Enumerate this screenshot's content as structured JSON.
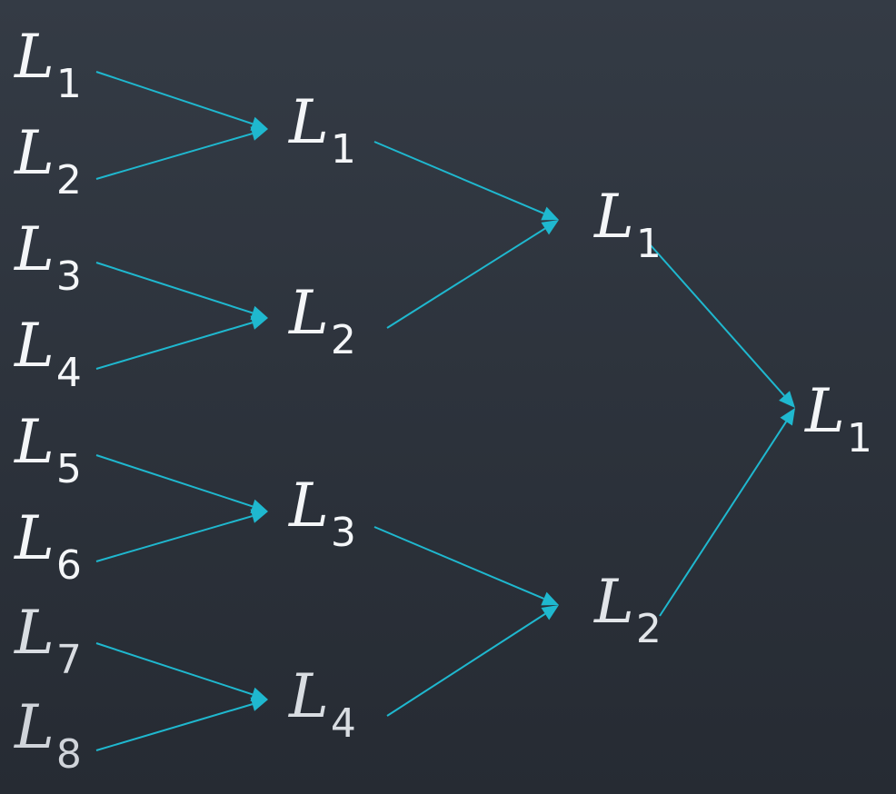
{
  "diagram": {
    "colors": {
      "background": "#2f353e",
      "text": "#f4f6f8",
      "arrow": "#1fb8cf"
    },
    "levels": [
      {
        "level": 0,
        "nodes": [
          {
            "id": "l0n1",
            "symbol": "L",
            "index": "1"
          },
          {
            "id": "l0n2",
            "symbol": "L",
            "index": "2"
          },
          {
            "id": "l0n3",
            "symbol": "L",
            "index": "3"
          },
          {
            "id": "l0n4",
            "symbol": "L",
            "index": "4"
          },
          {
            "id": "l0n5",
            "symbol": "L",
            "index": "5"
          },
          {
            "id": "l0n6",
            "symbol": "L",
            "index": "6"
          },
          {
            "id": "l0n7",
            "symbol": "L",
            "index": "7"
          },
          {
            "id": "l0n8",
            "symbol": "L",
            "index": "8"
          }
        ]
      },
      {
        "level": 1,
        "nodes": [
          {
            "id": "l1n1",
            "symbol": "L",
            "index": "1"
          },
          {
            "id": "l1n2",
            "symbol": "L",
            "index": "2"
          },
          {
            "id": "l1n3",
            "symbol": "L",
            "index": "3"
          },
          {
            "id": "l1n4",
            "symbol": "L",
            "index": "4"
          }
        ]
      },
      {
        "level": 2,
        "nodes": [
          {
            "id": "l2n1",
            "symbol": "L",
            "index": "1"
          },
          {
            "id": "l2n2",
            "symbol": "L",
            "index": "2"
          }
        ]
      },
      {
        "level": 3,
        "nodes": [
          {
            "id": "l3n1",
            "symbol": "L",
            "index": "1"
          }
        ]
      }
    ],
    "edges": [
      {
        "from": "l0n1",
        "to": "l1n1"
      },
      {
        "from": "l0n2",
        "to": "l1n1"
      },
      {
        "from": "l0n3",
        "to": "l1n2"
      },
      {
        "from": "l0n4",
        "to": "l1n2"
      },
      {
        "from": "l0n5",
        "to": "l1n3"
      },
      {
        "from": "l0n6",
        "to": "l1n3"
      },
      {
        "from": "l0n7",
        "to": "l1n4"
      },
      {
        "from": "l0n8",
        "to": "l1n4"
      },
      {
        "from": "l1n1",
        "to": "l2n1"
      },
      {
        "from": "l1n2",
        "to": "l2n1"
      },
      {
        "from": "l1n3",
        "to": "l2n2"
      },
      {
        "from": "l1n4",
        "to": "l2n2"
      },
      {
        "from": "l2n1",
        "to": "l3n1"
      },
      {
        "from": "l2n2",
        "to": "l3n1"
      }
    ]
  }
}
